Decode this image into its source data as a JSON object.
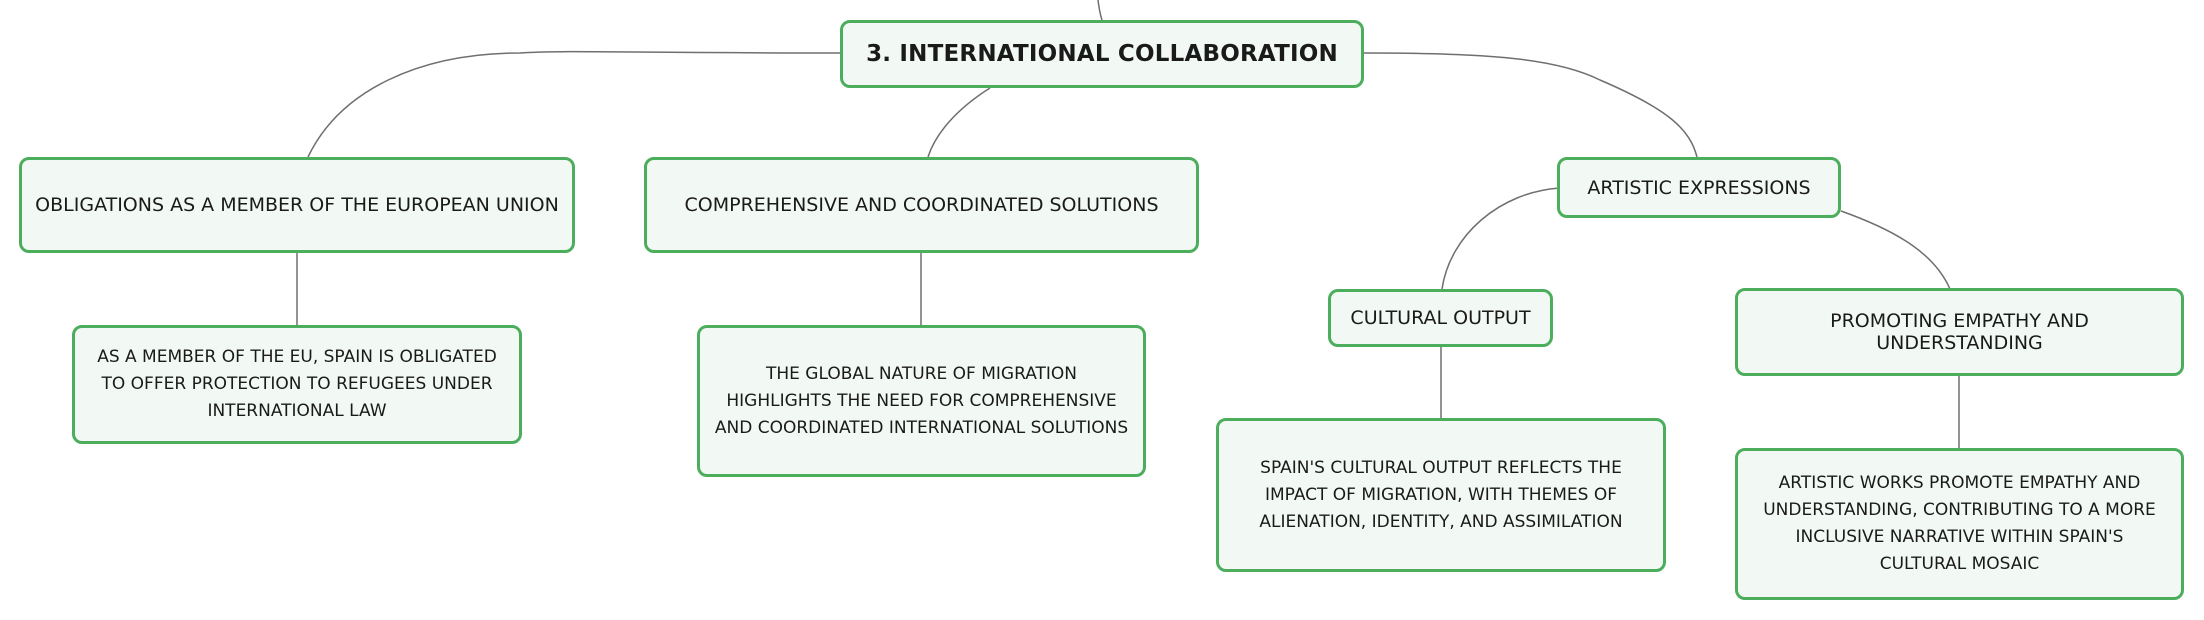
{
  "diagram": {
    "accent_color": "#4cae5c",
    "node_fill": "#f2f9f4",
    "line_color": "#6f6f6f",
    "root": {
      "label": "3. INTERNATIONAL COLLABORATION"
    },
    "branches": [
      {
        "label": "OBLIGATIONS AS A MEMBER OF THE EUROPEAN UNION",
        "detail": "AS A MEMBER OF THE EU, SPAIN IS OBLIGATED TO OFFER PROTECTION TO REFUGEES UNDER INTERNATIONAL LAW"
      },
      {
        "label": "COMPREHENSIVE AND COORDINATED SOLUTIONS",
        "detail": "THE GLOBAL NATURE OF MIGRATION HIGHLIGHTS THE NEED FOR COMPREHENSIVE AND COORDINATED INTERNATIONAL SOLUTIONS"
      },
      {
        "label": "ARTISTIC EXPRESSIONS",
        "children": [
          {
            "label": "CULTURAL OUTPUT",
            "detail": "SPAIN'S CULTURAL OUTPUT REFLECTS THE IMPACT OF MIGRATION, WITH THEMES OF ALIENATION, IDENTITY, AND ASSIMILATION"
          },
          {
            "label": "PROMOTING EMPATHY AND UNDERSTANDING",
            "detail": "ARTISTIC WORKS PROMOTE EMPATHY AND UNDERSTANDING, CONTRIBUTING TO A MORE INCLUSIVE NARRATIVE WITHIN SPAIN'S CULTURAL MOSAIC"
          }
        ]
      }
    ]
  }
}
